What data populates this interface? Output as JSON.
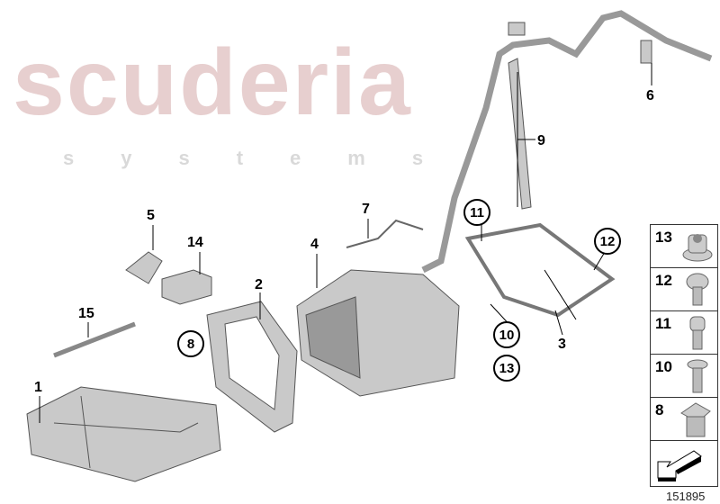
{
  "watermark": {
    "line1": "scuderia",
    "line2": "systems"
  },
  "callouts": [
    "1",
    "2",
    "3",
    "4",
    "5",
    "6",
    "7",
    "9",
    "14",
    "15"
  ],
  "circled_callouts": [
    "8",
    "10",
    "11",
    "12",
    "13"
  ],
  "legend_column": [
    {
      "number": "13",
      "part": "hex-nut-icon"
    },
    {
      "number": "12",
      "part": "torx-bolt-icon"
    },
    {
      "number": "11",
      "part": "torx-bolt-icon"
    },
    {
      "number": "10",
      "part": "countersunk-bolt-icon"
    },
    {
      "number": "8",
      "part": "clip-nut-icon"
    }
  ],
  "diagram_id": "151895"
}
